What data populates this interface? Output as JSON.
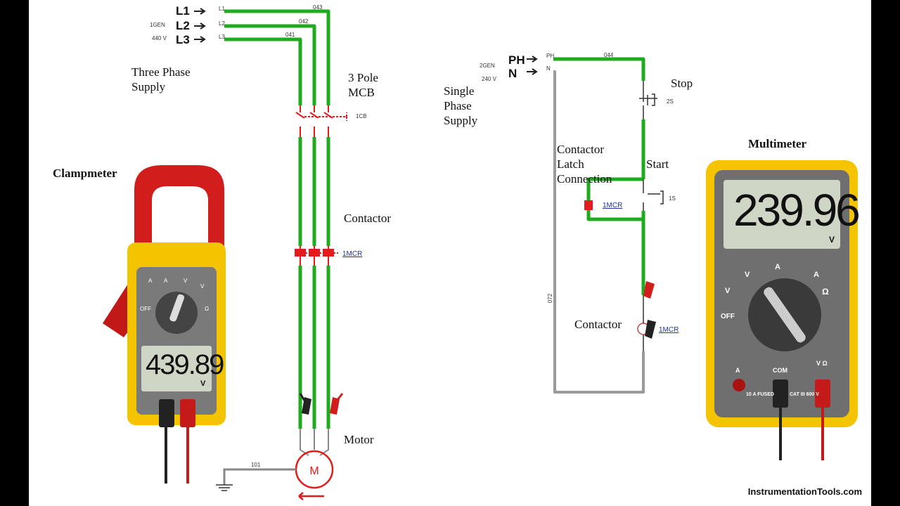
{
  "three_phase": {
    "terminals": [
      "L1",
      "L2",
      "L3"
    ],
    "gen_label": "1GEN",
    "voltage_label": "440 V",
    "supply_label_1": "Three Phase",
    "supply_label_2": "Supply",
    "wire_tags": [
      "L1",
      "L2",
      "L3",
      "043",
      "042",
      "041"
    ]
  },
  "mcb": {
    "label_1": "3 Pole",
    "label_2": "MCB",
    "tag": "1CB"
  },
  "contactor_3ph": {
    "label": "Contactor",
    "tag": "1MCR"
  },
  "motor": {
    "label": "Motor",
    "ground_wire": "101"
  },
  "single_phase": {
    "terminals": [
      "PH",
      "N"
    ],
    "gen_label": "2GEN",
    "voltage_label": "240 V",
    "supply_label_1": "Single",
    "supply_label_2": "Phase",
    "supply_label_3": "Supply",
    "wire_tags": [
      "PH",
      "N",
      "044",
      "072"
    ]
  },
  "stop": {
    "label": "Stop",
    "tag": "2S"
  },
  "start": {
    "label": "Start",
    "tag": "1S"
  },
  "latch": {
    "label_1": "Contactor",
    "label_2": "Latch",
    "label_3": "Connection",
    "tag": "1MCR"
  },
  "coil": {
    "label": "Contactor",
    "tag": "1MCR"
  },
  "clampmeter": {
    "title": "Clampmeter",
    "reading": "439.89",
    "unit": "V",
    "dial_labels": [
      "A",
      "A",
      "V",
      "V",
      "OFF",
      "Ω"
    ]
  },
  "multimeter": {
    "title": "Multimeter",
    "reading": "239.96",
    "unit": "V",
    "dial_labels": [
      "A",
      "A",
      "V",
      "V",
      "OFF",
      "Ω"
    ],
    "port_labels": [
      "A",
      "COM",
      "V Ω"
    ],
    "fuse_label": "10 A FUSED",
    "cat_label": "CAT III 600 V"
  },
  "brand": "InstrumentationTools.com",
  "colors": {
    "wire_live": "#1faa1f",
    "wire_neutral": "#9a9a9a",
    "meter_yellow": "#f5c400",
    "clamp_red": "#d21d1d",
    "contact_red": "#e21c1c"
  }
}
